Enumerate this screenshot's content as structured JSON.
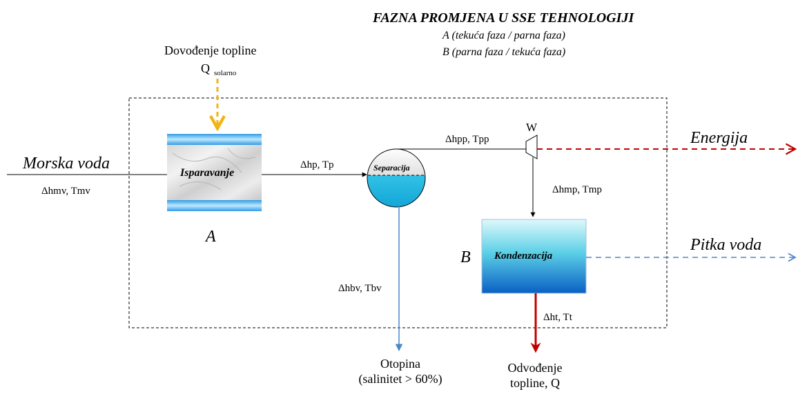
{
  "title": "FAZNA PROMJENA U SSE TEHNOLOGIJI",
  "subtitle_a": "A (tekuća faza / parna faza)",
  "subtitle_b": "B (parna faza / tekuća faza)",
  "heat_in": {
    "label": "Dovođenje topline",
    "symbol": "Q",
    "subscript": "solarno"
  },
  "inputs": {
    "seawater": "Morska voda",
    "seawater_state": "Δhmv, Tmv"
  },
  "blocks": {
    "evaporation": "Isparavanje",
    "separation": "Separacija",
    "condensation": "Kondenzacija",
    "turbine_label": "W"
  },
  "phase_labels": {
    "a": "A",
    "b": "B"
  },
  "flows": {
    "vapor": "Δhp, Tp",
    "vapor_to_turbine": "Δhpp, Tpp",
    "turbine_to_condenser": "Δhmp, Tmp",
    "brine": "Δhbv, Tbv",
    "heat_out_state": "Δht, Tt"
  },
  "outputs": {
    "energy": "Energija",
    "drinking_water": "Pitka voda",
    "brine_line1": "Otopina",
    "brine_line2": "(salinitet > 60%)",
    "heat_out_line1": "Odvođenje",
    "heat_out_line2": "topline, Q"
  },
  "colors": {
    "heat_in": "#f2b411",
    "energy": "#c00000",
    "drinking_water": "#4a86c8",
    "brine": "#4a86c8",
    "heat_out": "#c00000"
  }
}
